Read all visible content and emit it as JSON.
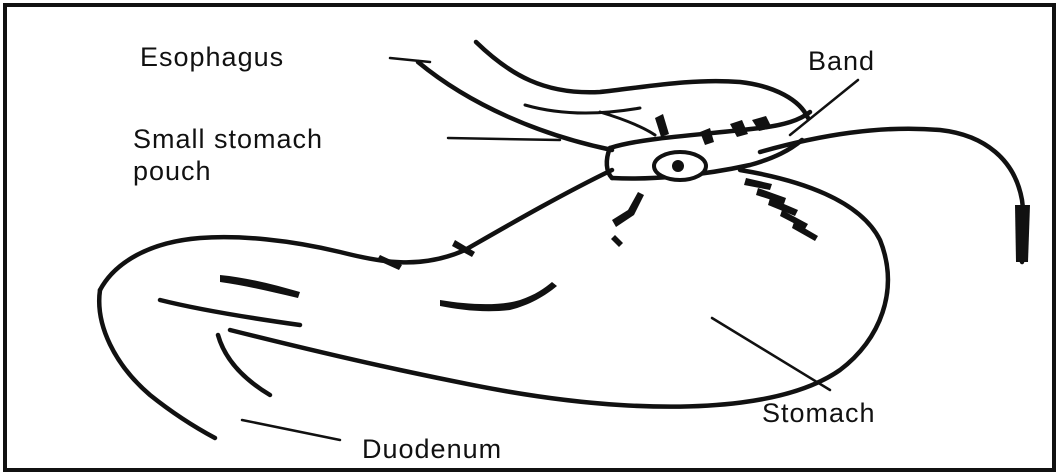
{
  "labels": {
    "esophagus": "Esophagus",
    "small_pouch_line1": "Small stomach",
    "small_pouch_line2": "pouch",
    "band": "Band",
    "stomach": "Stomach",
    "duodenum": "Duodenum"
  },
  "colors": {
    "ink": "#111111",
    "background": "#ffffff",
    "frame": "#111111"
  }
}
